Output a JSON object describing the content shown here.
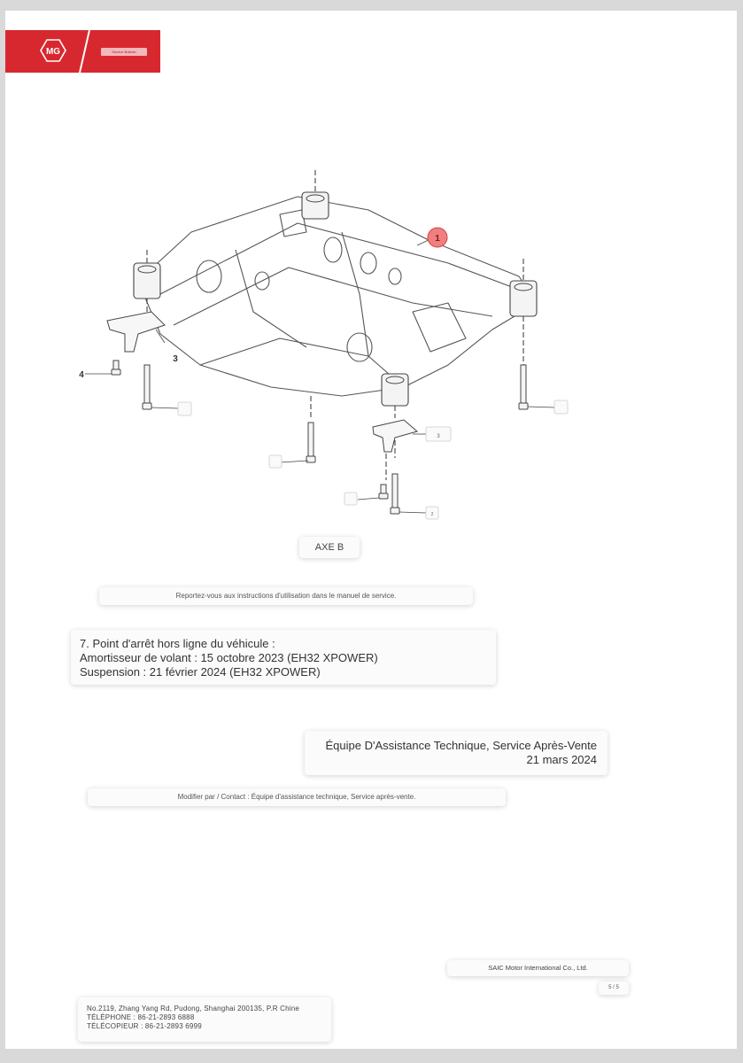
{
  "header": {
    "brand": "MG",
    "tag": "Service Bulletin"
  },
  "diagram": {
    "callouts": [
      "1",
      "2",
      "3",
      "4"
    ],
    "small_label": "3"
  },
  "axe_label": "AXE B",
  "note_service": "Reportez-vous aux instructions d'utilisation dans le manuel de service.",
  "info": {
    "line1": "7. Point d'arrêt hors ligne du véhicule :",
    "line2": "Amortisseur de volant : 15 octobre 2023 (EH32 XPOWER)",
    "line3": "Suspension : 21 février 2024 (EH32 XPOWER)"
  },
  "team": {
    "name": "Équipe D'Assistance Technique, Service Après-Vente",
    "date": "21 mars 2024"
  },
  "note_modify": "Modifier par / Contact : Équipe d'assistance technique, Service après-vente.",
  "footer": {
    "company": "SAIC Motor International Co., Ltd.",
    "page": "5 / 5",
    "address": "No.2119, Zhang Yang Rd, Pudong, Shanghai 200135, P.R Chine",
    "phone": "TÉLÉPHONE : 86-21-2893 6888",
    "fax": "TÉLÉCOPIEUR : 86-21-2893 6999"
  },
  "colors": {
    "brand_red": "#d8282f",
    "callout_red": "#e25b5b"
  }
}
